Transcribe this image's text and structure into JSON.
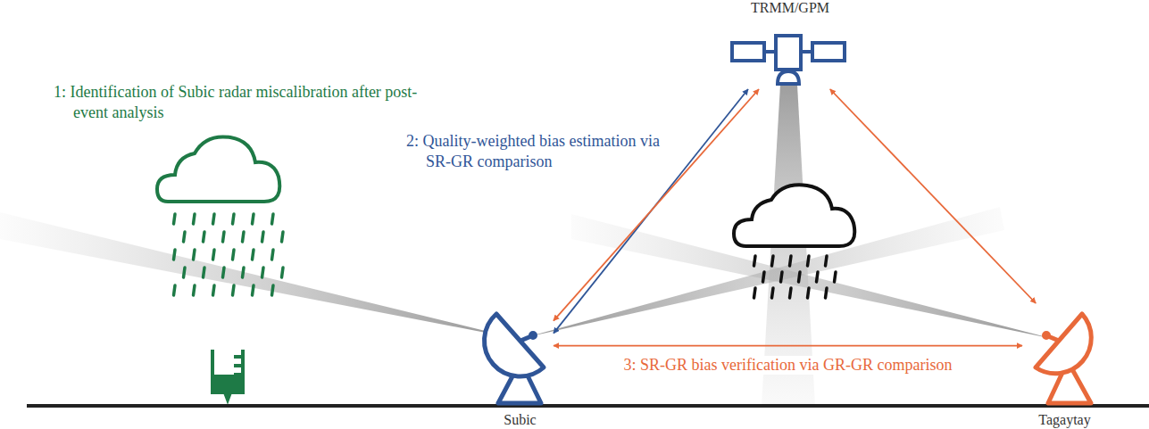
{
  "diagram": {
    "nodes": [
      {
        "text": [
          "TRMM/GPM"
        ]
      },
      {
        "text": [
          "Subic"
        ]
      },
      {
        "text": [
          "Tagaytay"
        ]
      }
    ],
    "edges": [
      {
        "from": 1,
        "to": 0,
        "arrow": "both"
      },
      {
        "from": 1,
        "to": 0,
        "arrow": "both"
      },
      {
        "from": 2,
        "to": 0,
        "arrow": "both"
      },
      {
        "from": 1,
        "to": 2,
        "arrow": "both",
        "label": "3: SR-GR bias verification via GR-GR comparison"
      }
    ],
    "labels": [
      "1: Identification of Subic radar miscalibration after post-event analysis",
      "2: Quality-weighted bias estimation via SR-GR comparison"
    ]
  }
}
